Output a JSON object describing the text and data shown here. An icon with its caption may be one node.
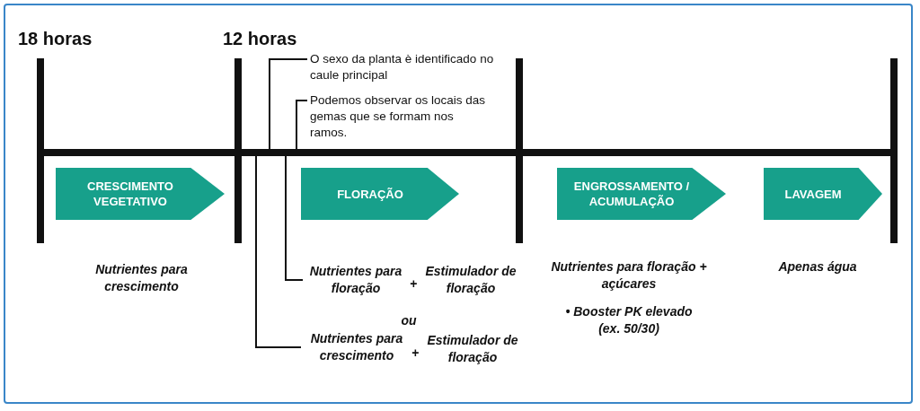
{
  "diagram": {
    "nodes": [
      {
        "text": [],
        "shape": "bar"
      },
      {
        "text": [
          "CRESCIMENTO VEGETATIVO"
        ]
      },
      {
        "text": [
          "FLORAÇÃO"
        ]
      },
      {
        "text": [
          "ENGROSSAMENTO / ACUMULAÇÃO"
        ]
      },
      {
        "text": [
          "LAVAGEM"
        ]
      },
      {
        "text": [
          "O sexo da planta è identificado no caule principal"
        ]
      },
      {
        "text": [
          "Podemos observar os locais das gemas que se formam nos ramos."
        ]
      },
      {
        "text": [
          "Nutrientes para floração"
        ]
      },
      {
        "text": [
          "Nutrientes para crescimento"
        ]
      }
    ],
    "edges": [
      {
        "from": 5,
        "to": 0,
        "arrow": "none"
      },
      {
        "from": 6,
        "to": 0,
        "arrow": "none"
      },
      {
        "from": 7,
        "to": 0,
        "arrow": "none"
      },
      {
        "from": 8,
        "to": 0,
        "arrow": "none"
      }
    ],
    "labels": [
      "18 horas",
      "12 horas",
      "Nutrientes para crescimento",
      "+",
      "Estimulador de floração",
      "ou",
      "+",
      "Estimulador de floração",
      "Nutrientes para floração + açúcares",
      "• Booster PK elevado (ex. 50/30)",
      "Apenas água"
    ]
  }
}
